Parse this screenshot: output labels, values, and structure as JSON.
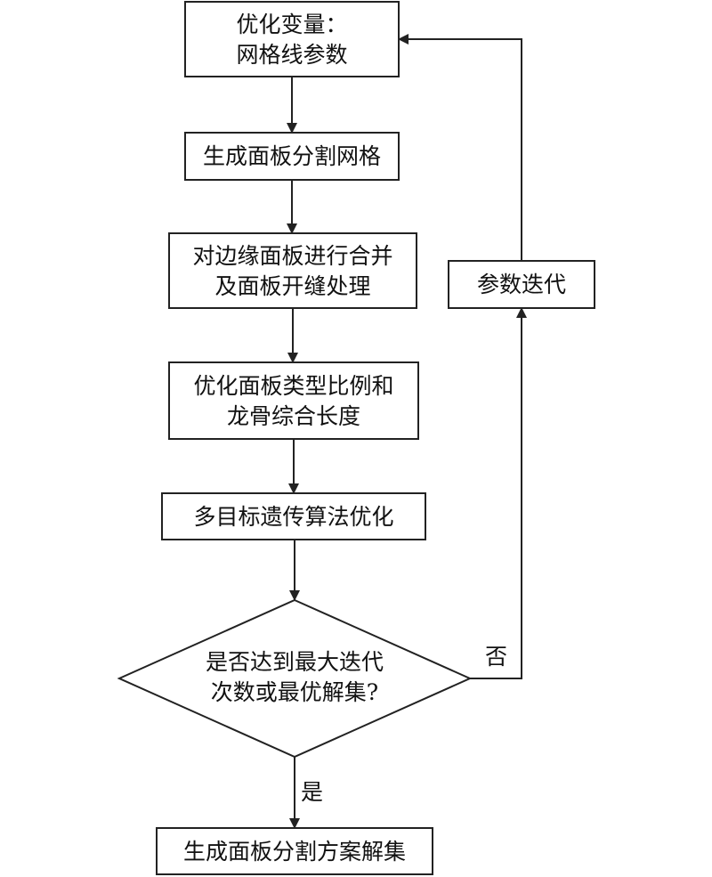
{
  "nodes": {
    "optimize_vars": [
      "优化变量：",
      "网格线参数"
    ],
    "gen_grid": [
      "生成面板分割网格"
    ],
    "merge_edges": [
      "对边缘面板进行合并",
      "及面板开缝处理"
    ],
    "optimize_ratio": [
      "优化面板类型比例和",
      "龙骨综合长度"
    ],
    "ga_optimize": [
      "多目标遗传算法优化"
    ],
    "decision": [
      "是否达到最大迭代",
      "次数或最优解集?"
    ],
    "param_iter": [
      "参数迭代"
    ],
    "result": [
      "生成面板分割方案解集"
    ]
  },
  "edges": {
    "yes_label": "是",
    "no_label": "否"
  }
}
